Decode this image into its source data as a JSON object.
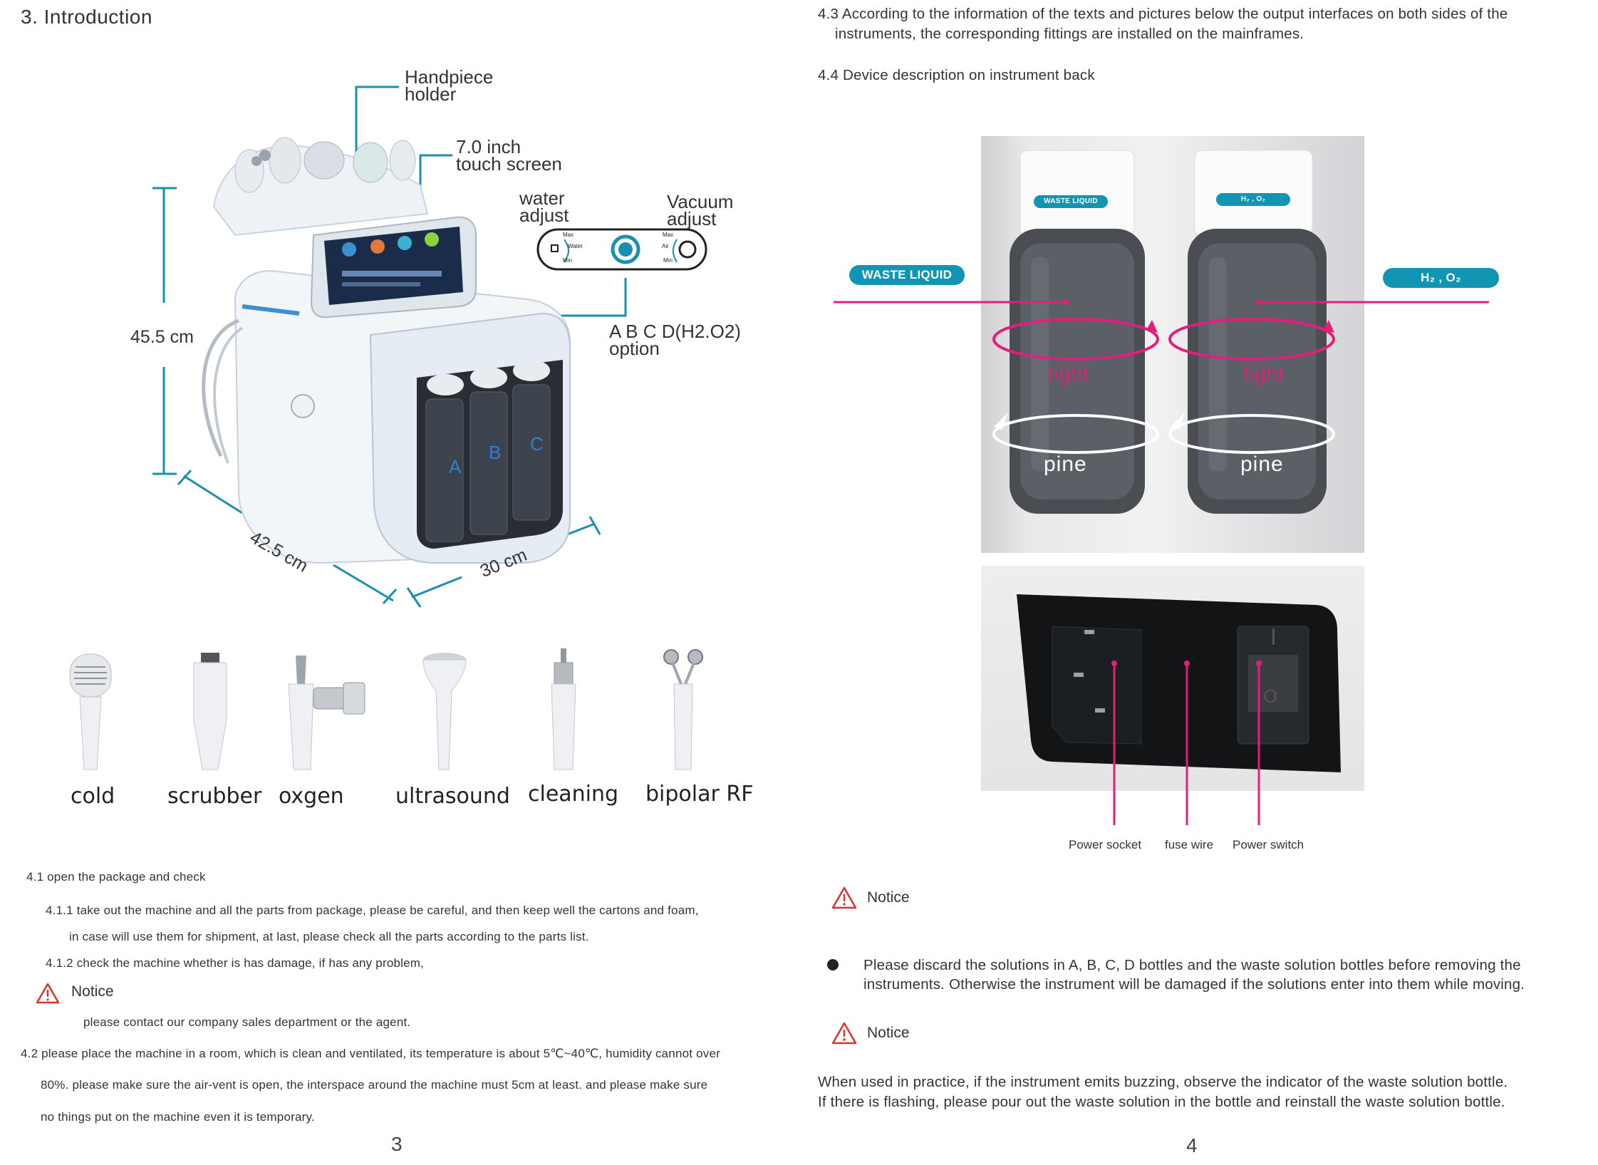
{
  "left_page": {
    "section_title": "3. Introduction",
    "callouts": {
      "handpiece_holder": [
        "Handpiece",
        "holder"
      ],
      "touch_screen": [
        "7.0 inch",
        "touch screen"
      ],
      "water_adjust": [
        "water",
        "adjust"
      ],
      "vacuum_adjust": [
        "Vacuum",
        "adjust"
      ],
      "bottle_option": [
        "A B C D(H2.O2)",
        "option"
      ]
    },
    "knob_panel": {
      "left_max": "Max",
      "left_label": "Water",
      "left_min": "Min",
      "right_max": "Max",
      "right_label": "Air",
      "right_min": "Min"
    },
    "bottle_letters": [
      "A",
      "B",
      "C"
    ],
    "dimensions": {
      "height": "45.5 cm",
      "width": "42.5 cm",
      "depth": "30 cm"
    },
    "handpieces": [
      "cold",
      "scrubber",
      "oxgen",
      "ultrasound",
      "cleaning",
      "bipolar RF"
    ],
    "s41_title": "4.1 open the package and check",
    "s411_line1": "4.1.1 take out the machine and all the parts from package, please be careful, and then keep well the cartons and foam,",
    "s411_line2": "in case will use them for shipment, at last, please check all the parts according to the parts list.",
    "s412": "4.1.2 check the machine whether is has damage, if has any problem,",
    "notice_label": "Notice",
    "notice_text": "please contact our company sales department or the agent.",
    "s42_line1": "4.2 please place the machine in a room, which is clean and ventilated, its temperature is about 5℃~40℃, humidity cannot over",
    "s42_line2": "80%. please make sure the air-vent is open, the interspace around the machine must 5cm at least. and please make sure",
    "s42_line3": "no things put on the machine even it is temporary.",
    "page_number": "3"
  },
  "right_page": {
    "s43_line1": "4.3 According to the information of the texts and pictures below the output interfaces on both sides of the",
    "s43_line2": "instruments, the corresponding fittings are installed on the mainframes.",
    "s44": "4.4 Device description on instrument back",
    "photo_top": {
      "tag_left": "WASTE LIQUID",
      "tag_right": "H₂ , O₂",
      "cap_label_left": "WASTE LIQUID",
      "cap_label_right": "H₂ , O₂",
      "tight": "tight",
      "pine": "pine"
    },
    "photo_bottom_labels": [
      "Power socket",
      "fuse wire",
      "Power switch"
    ],
    "switch_marks": [
      "I",
      "O"
    ],
    "notice_label": "Notice",
    "bullet_line1": "Please discard the solutions in A, B, C, D bottles and the waste solution bottles before removing the",
    "bullet_line2": "instruments. Otherwise the instrument will be damaged if the solutions enter into them while moving.",
    "final_line1": "When used in practice, if the instrument emits buzzing, observe the indicator of the waste solution bottle.",
    "final_line2": "If there is flashing, please pour out the waste solution in the bottle and reinstall the waste solution bottle.",
    "page_number": "4"
  },
  "colors": {
    "callout_line": "#1a8fb0",
    "tag_teal": "#1295b3",
    "magenta": "#e0207a",
    "warning_red": "#d9342b"
  }
}
